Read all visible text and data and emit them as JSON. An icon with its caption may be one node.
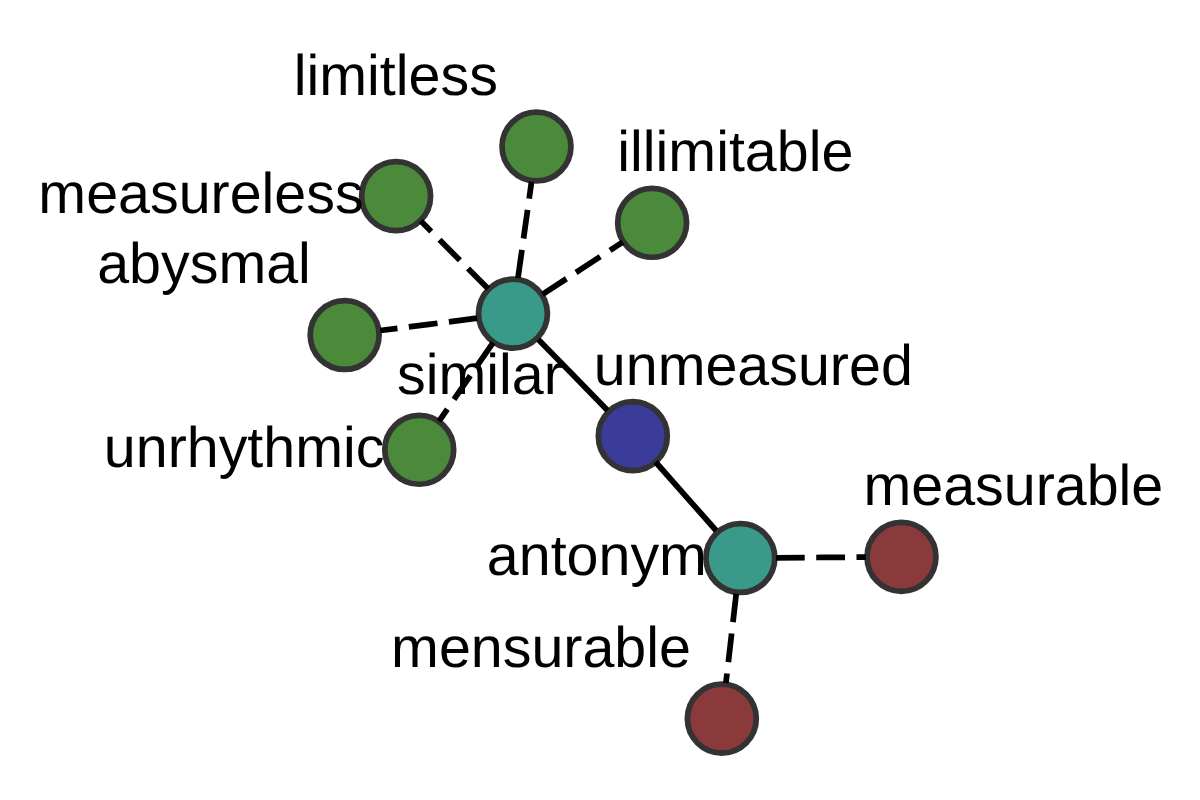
{
  "diagram": {
    "nodes": [
      {
        "text": [
          "unmeasured"
        ]
      },
      {
        "text": [
          "similar"
        ]
      },
      {
        "text": [
          "unrhythmic"
        ]
      },
      {
        "text": [
          "limitless"
        ]
      },
      {
        "text": [
          "illimitable"
        ]
      },
      {
        "text": [
          "measureless"
        ]
      },
      {
        "text": [
          "abysmal"
        ]
      },
      {
        "text": [
          "antonym"
        ]
      },
      {
        "text": [
          "mensurable"
        ]
      },
      {
        "text": [
          "measurable"
        ]
      }
    ],
    "edges": [
      {
        "from": 0,
        "to": 1,
        "arrow": "none"
      },
      {
        "from": 1,
        "to": 2,
        "arrow": "none",
        "style": "dashed"
      },
      {
        "from": 1,
        "to": 3,
        "arrow": "none",
        "style": "dashed"
      },
      {
        "from": 1,
        "to": 4,
        "arrow": "none",
        "style": "dashed"
      },
      {
        "from": 1,
        "to": 5,
        "arrow": "none",
        "style": "dashed"
      },
      {
        "from": 1,
        "to": 6,
        "arrow": "none",
        "style": "dashed"
      },
      {
        "from": 0,
        "to": 7,
        "arrow": "none"
      },
      {
        "from": 7,
        "to": 8,
        "arrow": "none",
        "style": "dashed"
      },
      {
        "from": 7,
        "to": 9,
        "arrow": "none",
        "style": "dashed"
      }
    ]
  }
}
